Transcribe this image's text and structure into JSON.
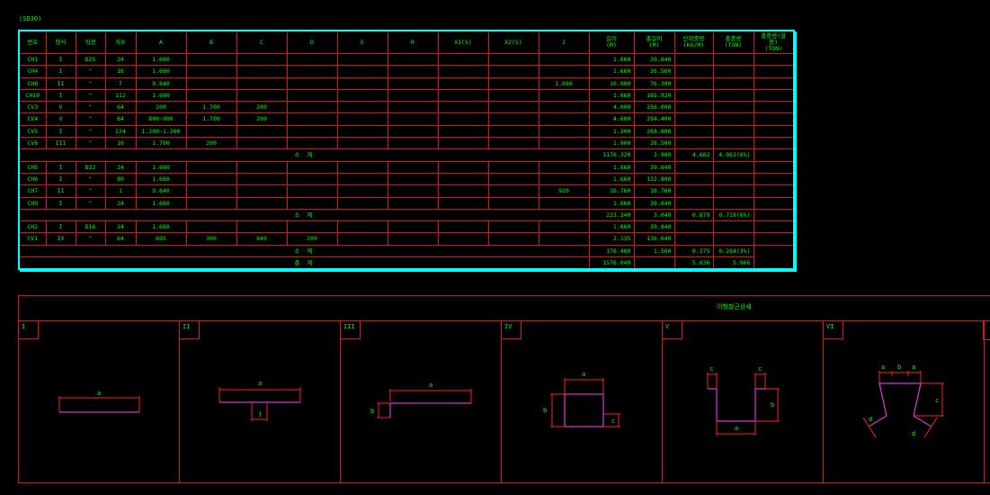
{
  "drawing": {
    "caption": "(SD30)",
    "detail_title": "이형철근상세"
  },
  "table": {
    "headers": [
      "번호",
      "형식",
      "직경",
      "개수",
      "A",
      "B",
      "C",
      "D",
      "E",
      "R",
      "X1(S)",
      "X2(S)",
      "J",
      "길이\n(M)",
      "총길이\n(M)",
      "단위중량\n(KG/M)",
      "총중량\n(TON)",
      "총중량(할증)\n(TON)"
    ],
    "rows": [
      {
        "kind": "row",
        "cells": [
          "CH1",
          "I",
          "D25",
          "24",
          "1.660",
          "",
          "",
          "",
          "",
          "",
          "",
          "",
          "",
          "1.660",
          "39.840",
          "",
          "",
          ""
        ]
      },
      {
        "kind": "row",
        "cells": [
          "CH4",
          "I",
          "\"",
          "16",
          "1.660",
          "",
          "",
          "",
          "",
          "",
          "",
          "",
          "",
          "1.660",
          "26.560",
          "",
          "",
          ""
        ]
      },
      {
        "kind": "row",
        "cells": [
          "CH8",
          "II",
          "\"",
          "7",
          "9.840",
          "",
          "",
          "",
          "",
          "",
          "",
          "",
          "1.060",
          "10.900",
          "76.300",
          "",
          "",
          ""
        ]
      },
      {
        "kind": "row",
        "cells": [
          "CH10",
          "I",
          "\"",
          "112",
          "1.660",
          "",
          "",
          "",
          "",
          "",
          "",
          "",
          "",
          "1.660",
          "185.920",
          "",
          "",
          ""
        ]
      },
      {
        "kind": "row",
        "cells": [
          "CV3",
          "V",
          "\"",
          "64",
          "200",
          "1.700",
          "200",
          "",
          "",
          "",
          "",
          "",
          "",
          "4.000",
          "256.000",
          "",
          "",
          ""
        ]
      },
      {
        "kind": "row",
        "cells": [
          "CV4",
          "V",
          "\"",
          "64",
          "800~900",
          "1.700",
          "200",
          "",
          "",
          "",
          "",
          "",
          "",
          "4.600",
          "294.400",
          "",
          "",
          ""
        ]
      },
      {
        "kind": "row",
        "cells": [
          "CV5",
          "I",
          "\"",
          "224",
          "1.200~1.200",
          "",
          "",
          "",
          "",
          "",
          "",
          "",
          "",
          "1.200",
          "268.800",
          "",
          "",
          ""
        ]
      },
      {
        "kind": "row",
        "cells": [
          "CV6",
          "III",
          "\"",
          "16",
          "1.700",
          "200",
          "",
          "",
          "",
          "",
          "",
          "",
          "",
          "1.900",
          "28.500",
          "",
          "",
          ""
        ]
      },
      {
        "kind": "sub",
        "label": "소 계",
        "values": [
          "1176.320",
          "3.980",
          "4.682",
          "4.963(6%)"
        ]
      },
      {
        "kind": "row",
        "cells": [
          "CH5",
          "I",
          "D22",
          "24",
          "1.660",
          "",
          "",
          "",
          "",
          "",
          "",
          "",
          "",
          "1.660",
          "39.840",
          "",
          "",
          ""
        ]
      },
      {
        "kind": "row",
        "cells": [
          "CH6",
          "I",
          "\"",
          "80",
          "1.660",
          "",
          "",
          "",
          "",
          "",
          "",
          "",
          "",
          "1.660",
          "132.800",
          "",
          "",
          ""
        ]
      },
      {
        "kind": "row",
        "cells": [
          "CH7",
          "II",
          "\"",
          "1",
          "9.840",
          "",
          "",
          "",
          "",
          "",
          "",
          "",
          "920",
          "10.760",
          "10.760",
          "",
          "",
          ""
        ]
      },
      {
        "kind": "row",
        "cells": [
          "CH9",
          "I",
          "\"",
          "24",
          "1.660",
          "",
          "",
          "",
          "",
          "",
          "",
          "",
          "",
          "1.660",
          "39.840",
          "",
          "",
          ""
        ]
      },
      {
        "kind": "sub",
        "label": "소 계",
        "values": [
          "223.240",
          "3.040",
          "0.679",
          "0.719(6%)"
        ]
      },
      {
        "kind": "row",
        "cells": [
          "CH2",
          "I",
          "D16",
          "24",
          "1.660",
          "",
          "",
          "",
          "",
          "",
          "",
          "",
          "",
          "1.660",
          "39.840",
          "",
          "",
          ""
        ]
      },
      {
        "kind": "row",
        "cells": [
          "CV1",
          "IX",
          "\"",
          "64",
          "695",
          "300",
          "840",
          "200",
          "",
          "",
          "",
          "",
          "",
          "2.135",
          "136.640",
          "",
          "",
          ""
        ]
      },
      {
        "kind": "sub",
        "label": "소 계",
        "values": [
          "176.480",
          "1.560",
          "0.275",
          "0.284(3%)"
        ]
      },
      {
        "kind": "sub",
        "label": "총 계",
        "values": [
          "1576.040",
          "",
          "5.636",
          "5.966"
        ]
      }
    ]
  },
  "panels": [
    {
      "tag": "I",
      "labels": [
        "a"
      ]
    },
    {
      "tag": "II",
      "labels": [
        "a",
        "j"
      ]
    },
    {
      "tag": "III",
      "labels": [
        "a",
        "b"
      ]
    },
    {
      "tag": "IV",
      "labels": [
        "a",
        "b",
        "c"
      ]
    },
    {
      "tag": "V",
      "labels": [
        "c",
        "c",
        "b",
        "a"
      ]
    },
    {
      "tag": "VI",
      "labels": [
        "a",
        "b",
        "a",
        "c",
        "d",
        "d"
      ]
    }
  ],
  "colors": {
    "grid": "#d81818",
    "text": "#00ff00",
    "border": "#00ffff",
    "shape": "#ff44ff",
    "dim": "#ff2020"
  }
}
